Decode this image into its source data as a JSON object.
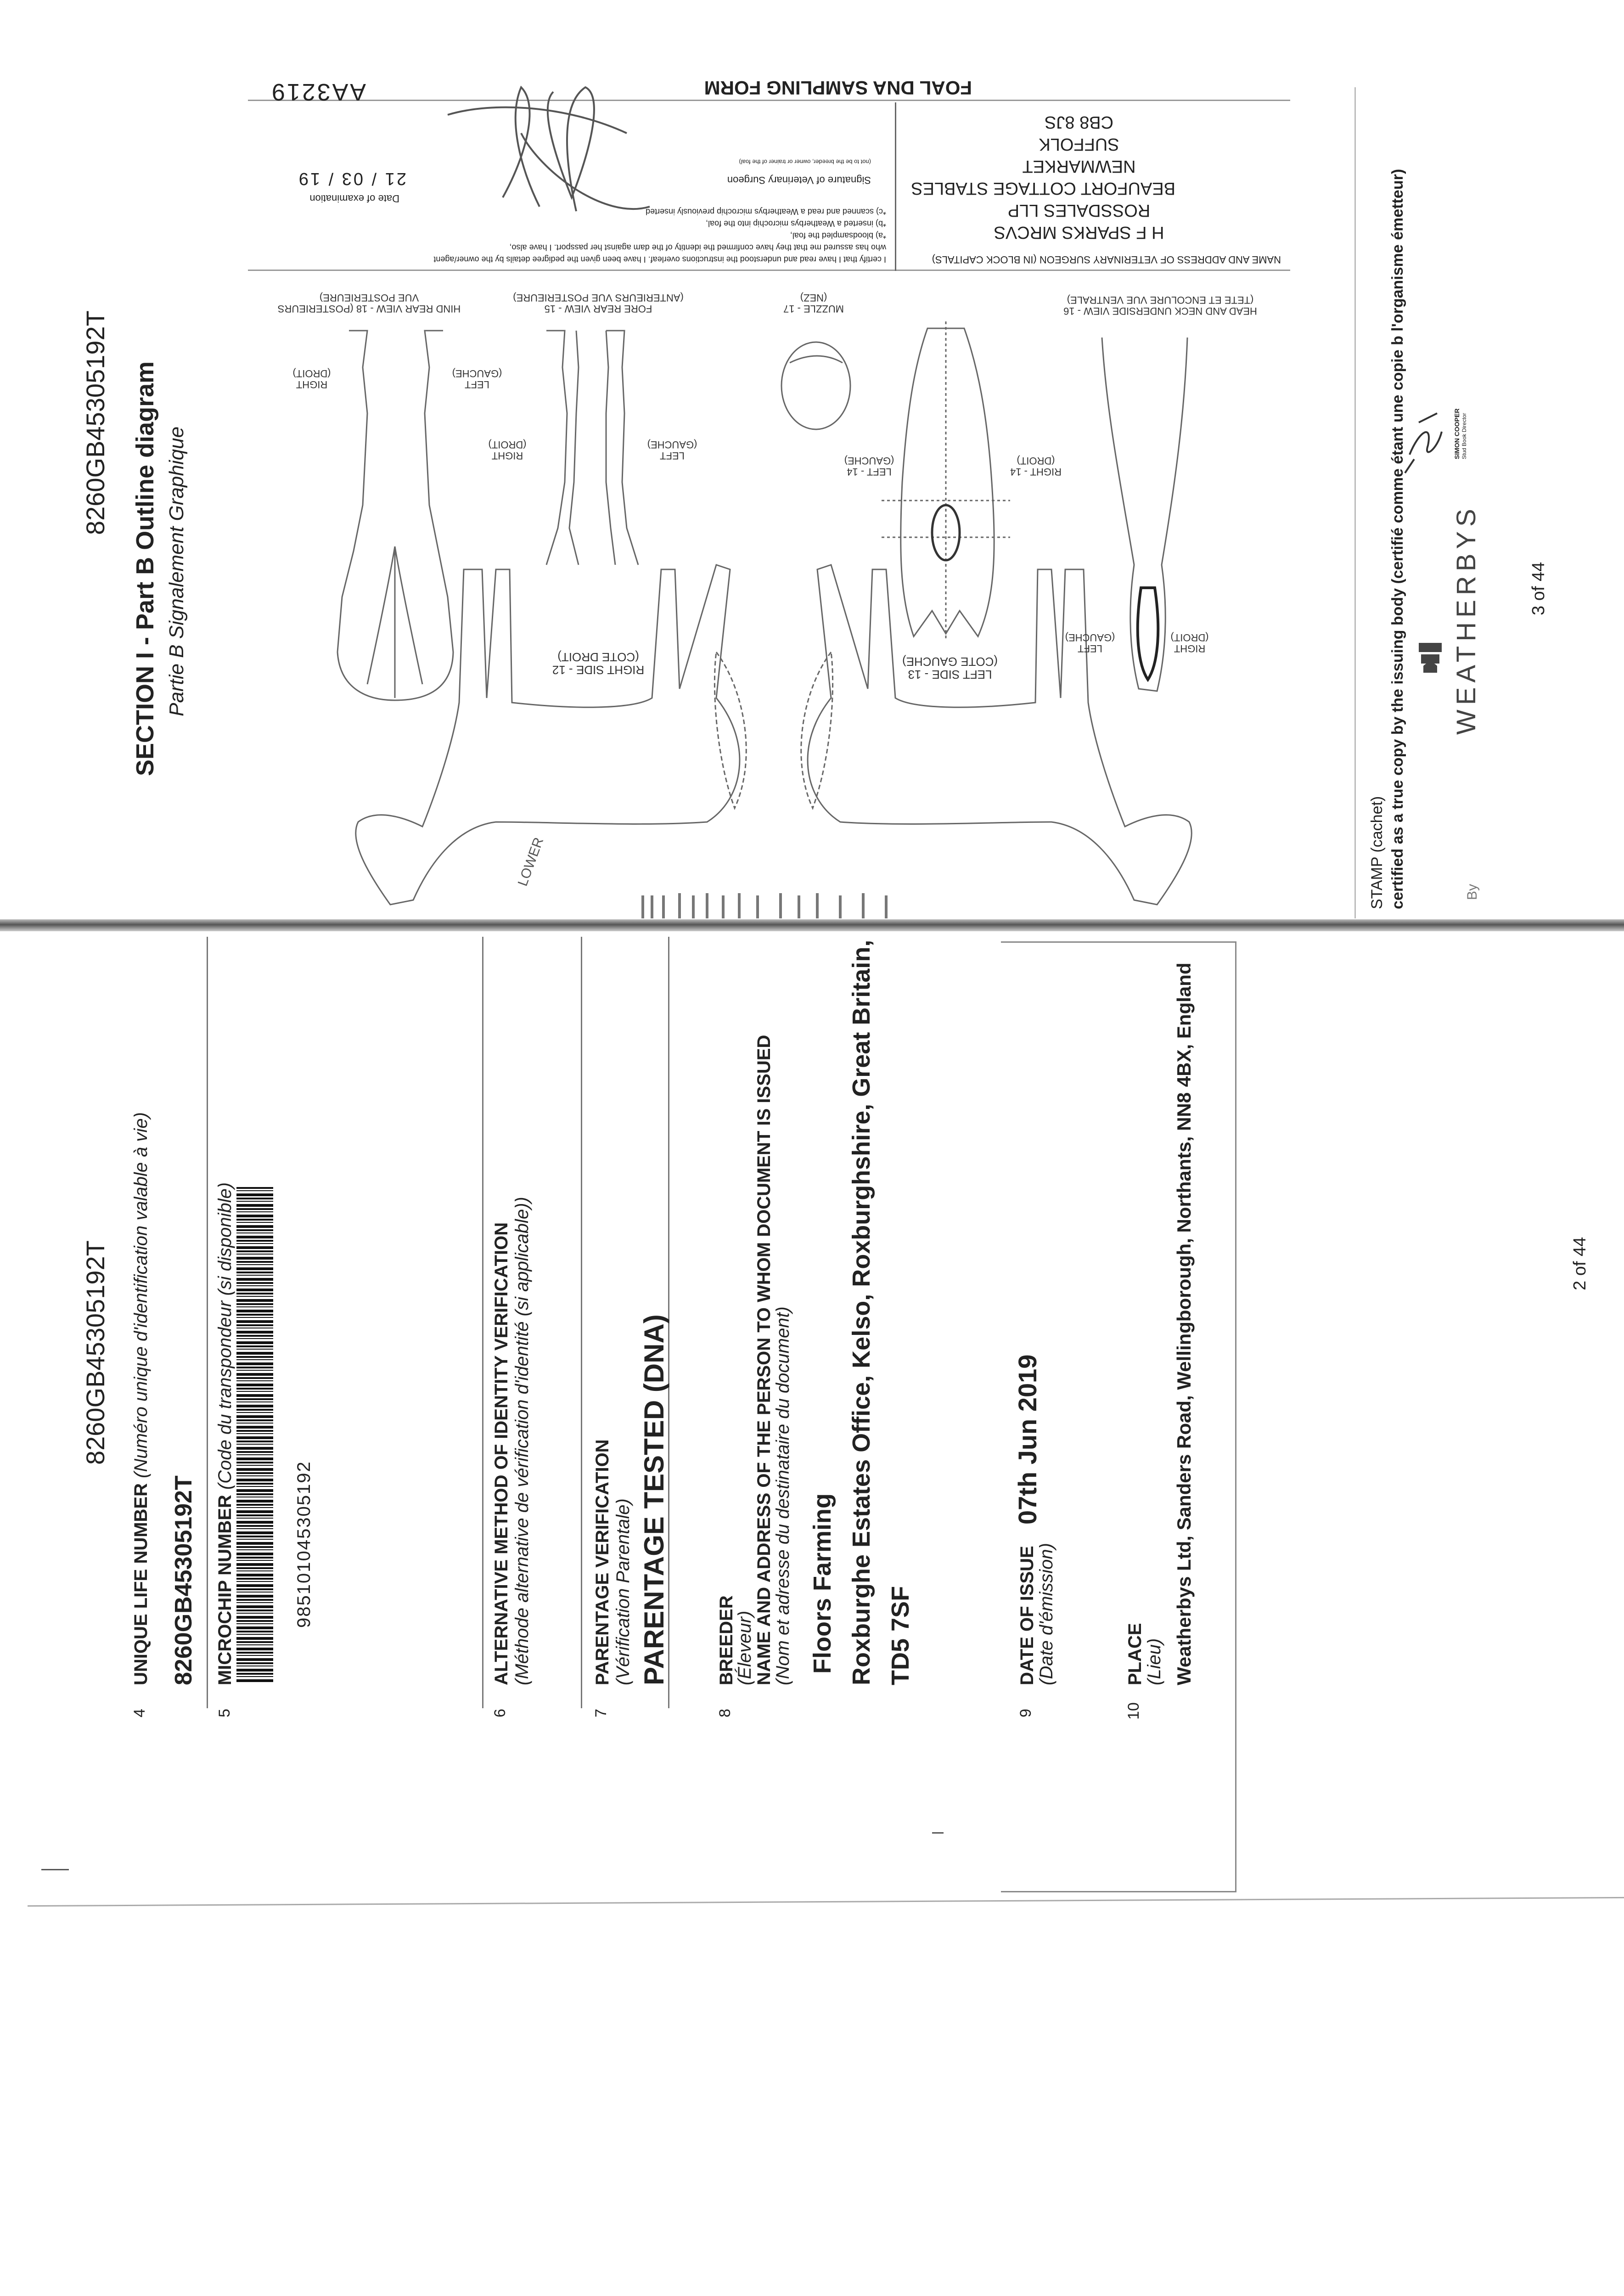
{
  "page3": {
    "ueln_header": "8260GB45305192T",
    "section_title": "SECTION I - Part B Outline diagram",
    "section_subtitle": "Partie B Signalement Graphique",
    "page_number": "3 of 44",
    "diagram_labels": {
      "hind_rear_1": "HIND REAR VIEW - 18 (POSTERIEURS",
      "hind_rear_2": "VUE POSTERIEURE)",
      "fore_rear_1": "FORE REAR VIEW - 15",
      "fore_rear_2": "(ANTERIEURS VUE POSTERIEURE)",
      "muzzle_1": "MUZZLE - 17",
      "muzzle_2": "(NEZ)",
      "head_neck_1": "HEAD AND NECK UNDERSIDE VIEW - 16",
      "head_neck_2": "(TETE ET ENCOLURE VUE VENTRALE)",
      "right_side_1": "RIGHT SIDE - 12",
      "right_side_2": "(COTE DROIT)",
      "left_side_1": "LEFT SIDE - 13",
      "left_side_2": "(COTE GAUCHE)",
      "left14_1": "LEFT - 14",
      "left14_2": "(GAUCHE)",
      "right14_1": "RIGHT - 14",
      "right14_2": "(DROIT)",
      "left": "LEFT",
      "gauche": "(GAUCHE)",
      "right": "RIGHT",
      "droit": "(DROIT)",
      "lower_note": "LOWER"
    },
    "vet_form": {
      "form_title": "FOAL DNA SAMPLING FORM",
      "form_number": "AA3219",
      "vet_label": "NAME AND ADDRESS OF VETERINARY SURGEON (IN BLOCK CAPITALS)",
      "vet_address": [
        "H F SPARKS MRCVS",
        "ROSSDALES LLP",
        "BEAUFORT COTTAGE STABLES",
        "NEWMARKET",
        "SUFFOLK",
        "CB8 8JS"
      ],
      "certification": [
        "I certify that I have read and understood the instructions overleaf. I have been given the pedigree details by the owner/agent",
        "who has assured me that they have confirmed the identity of the dam against her passport. I have also,",
        "*a) bloodsampled the foal,",
        "*b) inserted a Weatherbys microchip into the foal,",
        "*c) scanned and read a Weatherbys microchip previously inserted"
      ],
      "signature_label": "Signature of Veterinary Surgeon",
      "signature_note": "(not to be the breeder, owner or trainer of the foal)",
      "date_value": "21 / 03 / 19",
      "date_label": "Date of examination"
    },
    "stamp": {
      "label": "STAMP (cachet)",
      "certified_text": "certified as a true copy by the issuing body (certifié comme étant une copie b l'organisme émetteur)",
      "brand": "WEATHERBYS",
      "signatory": "SIMON COOPER",
      "signatory_role": "Stud Book Director",
      "by_label": "By"
    }
  },
  "page2": {
    "ueln_header": "8260GB45305192T",
    "page_number": "2 of 44",
    "fields": {
      "f4": {
        "num": "4",
        "label": "UNIQUE LIFE NUMBER",
        "label_fr": "(Numéro unique d'identification valable à vie)",
        "value": "8260GB45305192T"
      },
      "f5": {
        "num": "5",
        "label": "MICROCHIP NUMBER",
        "label_fr": "(Code du transpondeur (si disponible)",
        "value": "985101045305192"
      },
      "f6": {
        "num": "6",
        "label": "ALTERNATIVE METHOD OF IDENTITY VERIFICATION",
        "label_fr": "(Méthode alternative de vérification d'identité (si applicable))"
      },
      "f7": {
        "num": "7",
        "label": "PARENTAGE VERIFICATION",
        "label_fr": "(Vérification Parentale)",
        "value": "PARENTAGE TESTED (DNA)"
      },
      "f8": {
        "num": "8",
        "label": "BREEDER",
        "label_fr": "(Éleveur)",
        "sublabel": "NAME AND ADDRESS OF THE PERSON TO WHOM DOCUMENT IS ISSUED",
        "sublabel_fr": "(Nom et adresse du destinataire du document)",
        "name": "Floors Farming",
        "address": "Roxburghe Estates Office, Kelso, Roxburghshire, Great Britain,",
        "postcode": "TD5 7SF"
      },
      "f9": {
        "num": "9",
        "label": "DATE OF ISSUE",
        "label_fr": "(Date d'émission)",
        "value": "07th Jun 2019"
      },
      "f10": {
        "num": "10",
        "label": "PLACE",
        "label_fr": "(Lieu)",
        "value": "Weatherbys Ltd, Sanders Road, Wellingborough, Northants, NN8 4BX, England"
      }
    }
  }
}
